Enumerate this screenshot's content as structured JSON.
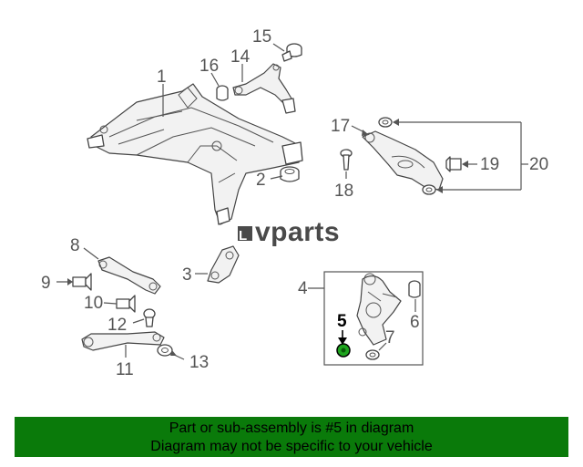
{
  "logo": {
    "mark": "L",
    "text": "vparts"
  },
  "callouts": {
    "c1": "1",
    "c2": "2",
    "c3": "3",
    "c4": "4",
    "c5": "5",
    "c6": "6",
    "c7": "7",
    "c8": "8",
    "c9": "9",
    "c10": "10",
    "c11": "11",
    "c12": "12",
    "c13": "13",
    "c14": "14",
    "c15": "15",
    "c16": "16",
    "c17": "17",
    "c18": "18",
    "c19": "19",
    "c20": "20"
  },
  "highlighted_part": "5",
  "banner": {
    "line1": "Part or sub-assembly is #5 in diagram",
    "line2": "Diagram may not be specific to your vehicle",
    "background": "#0a7a0a"
  },
  "colors": {
    "highlight": "#1fa51f",
    "line": "#555555"
  }
}
